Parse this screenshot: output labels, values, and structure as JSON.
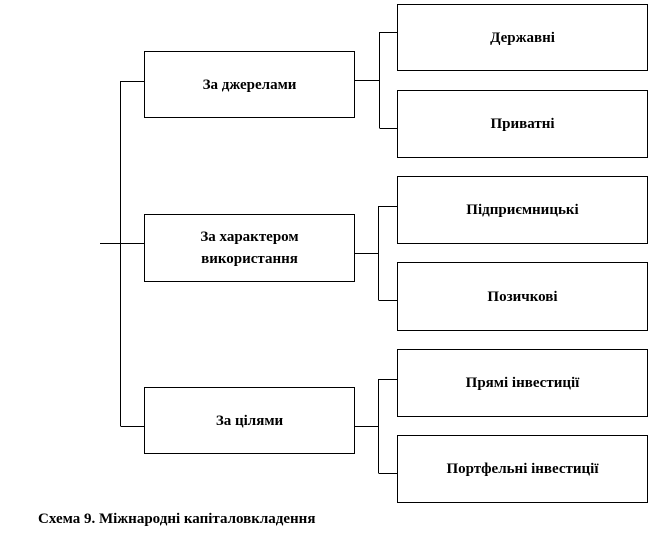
{
  "categories": [
    {
      "label": "За джерелами",
      "subs": [
        "Державні",
        "Приватні"
      ]
    },
    {
      "label": "За характером використання",
      "subs": [
        "Підприємницькі",
        "Позичкові"
      ]
    },
    {
      "label": "За цілями",
      "subs": [
        "Прямі інвестиції",
        "Портфельні інвестиції"
      ]
    }
  ],
  "caption": "Схема 9. Міжнародні капіталовкладення"
}
